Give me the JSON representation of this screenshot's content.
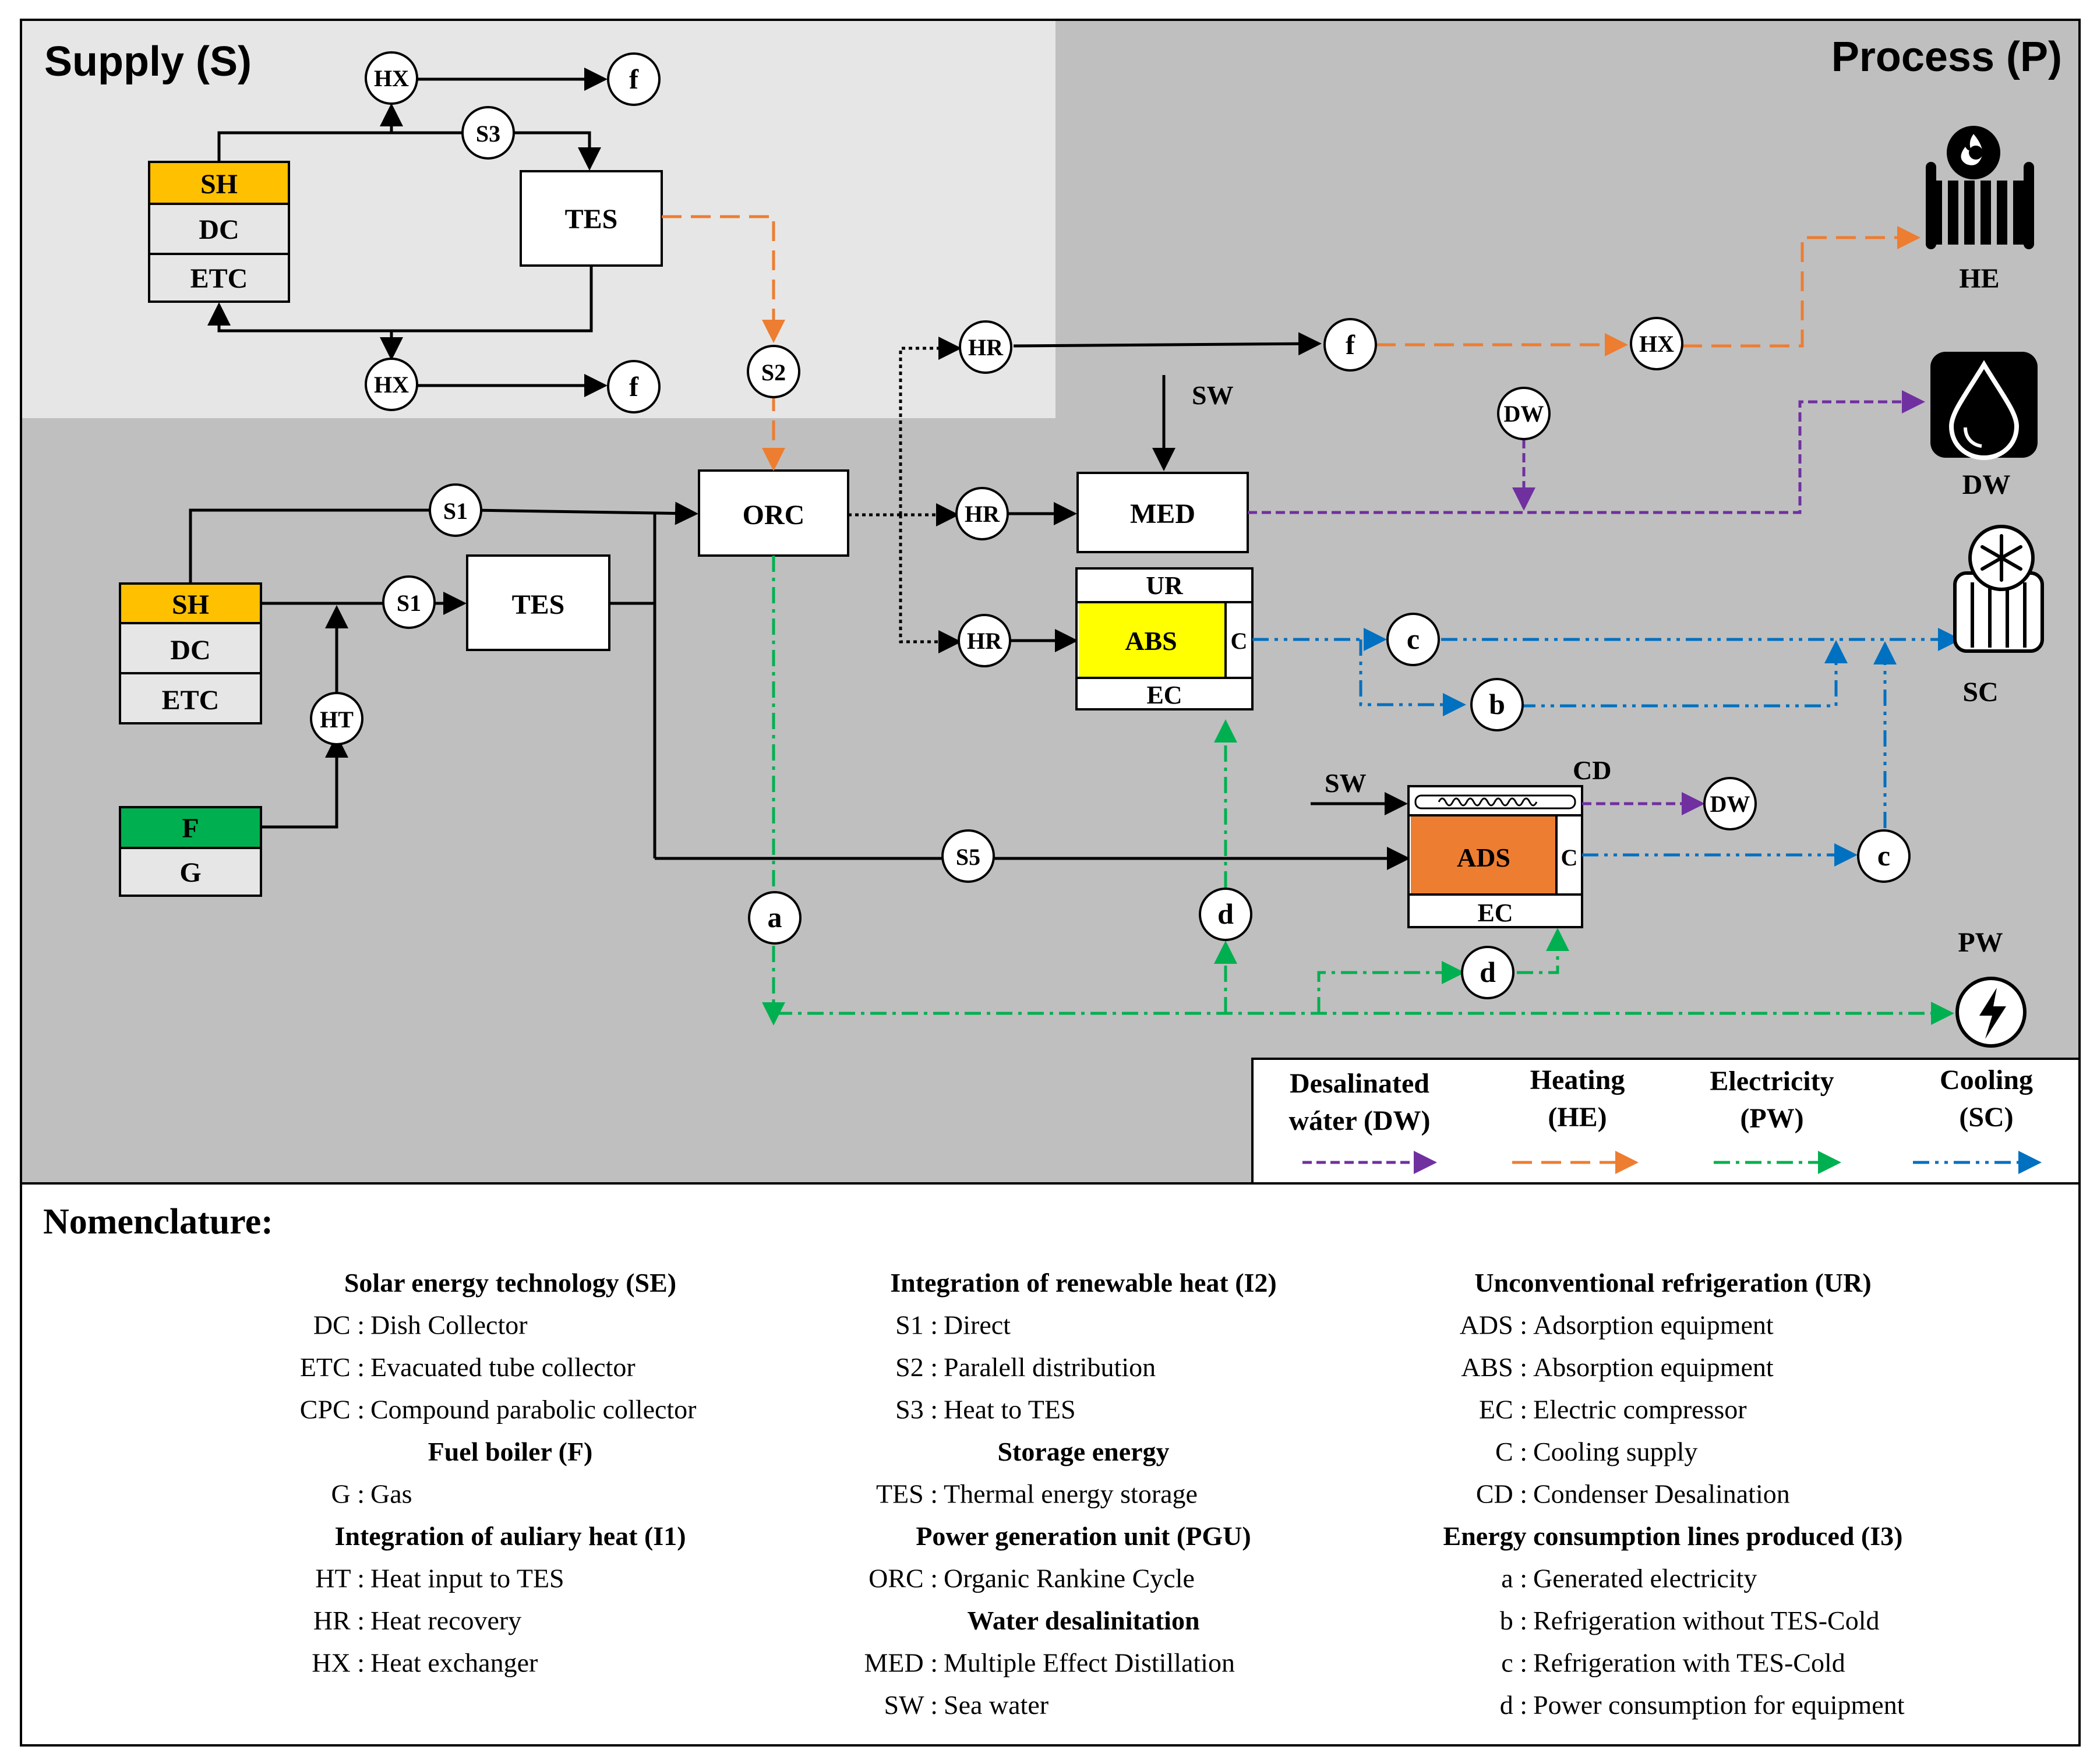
{
  "regions": {
    "supply_title": "Supply (S)",
    "process_title": "Process (P)"
  },
  "supply_panel": {
    "stack": {
      "top": "SH",
      "mid": "DC",
      "bottom": "ETC"
    },
    "hx_top": "HX",
    "hx_bottom": "HX",
    "f_top": "f",
    "f_bottom": "f",
    "s3": "S3",
    "tes": "TES",
    "s2": "S2"
  },
  "main_flow": {
    "stack": {
      "top": "SH",
      "mid": "DC",
      "bottom": "ETC"
    },
    "s1_upper": "S1",
    "s1_lower": "S1",
    "tes": "TES",
    "ht": "HT",
    "boiler": {
      "top": "F",
      "bottom": "G"
    },
    "orc": "ORC",
    "s5": "S5",
    "a": "a",
    "d_left": "d",
    "d_right": "d"
  },
  "recovery": {
    "hr_top": "HR",
    "hr_mid": "HR",
    "hr_bottom": "HR",
    "f": "f",
    "hx": "HX",
    "sw_top": "SW",
    "dw": "DW",
    "med": "MED"
  },
  "abs_unit": {
    "ur": "UR",
    "abs": "ABS",
    "c": "C",
    "ec": "EC"
  },
  "ads_unit": {
    "sw": "SW",
    "cd": "CD",
    "ads": "ADS",
    "c": "C",
    "ec": "EC",
    "dw": "DW"
  },
  "cooling_nodes": {
    "c_top": "c",
    "b": "b",
    "c_right": "c"
  },
  "outputs": {
    "he": "HE",
    "dw": "DW",
    "sc": "SC",
    "pw": "PW"
  },
  "legend": [
    {
      "line1": "Desalinated",
      "line2": "wáter (DW)",
      "color": "#7030a0"
    },
    {
      "line1": "Heating",
      "line2": "(HE)",
      "color": "#ed7d31"
    },
    {
      "line1": "Electricity",
      "line2": "(PW)",
      "color": "#00b050"
    },
    {
      "line1": "Cooling",
      "line2": "(SC)",
      "color": "#0070c0"
    }
  ],
  "colors": {
    "sh_fill": "#ffc000",
    "f_fill": "#00b050",
    "abs_fill": "#ffff00",
    "ads_fill": "#ed7d31",
    "supply_bg": "#e7e6e6",
    "process_bg": "#bfbfbf",
    "box_gray": "#e7e6e6"
  },
  "nomenclature": {
    "title": "Nomenclature:",
    "columns": [
      [
        {
          "type": "head",
          "text": "Solar energy technology (SE)"
        },
        {
          "type": "item",
          "abbr": "DC",
          "desc": "Dish Collector"
        },
        {
          "type": "item",
          "abbr": "ETC",
          "desc": "Evacuated tube collector"
        },
        {
          "type": "item",
          "abbr": "CPC",
          "desc": "Compound parabolic collector"
        },
        {
          "type": "head",
          "text": "Fuel boiler (F)"
        },
        {
          "type": "item",
          "abbr": "G",
          "desc": "Gas"
        },
        {
          "type": "head",
          "text": "Integration of auliary heat (I1)"
        },
        {
          "type": "item",
          "abbr": "HT",
          "desc": "Heat input to TES"
        },
        {
          "type": "item",
          "abbr": "HR",
          "desc": "Heat recovery"
        },
        {
          "type": "item",
          "abbr": "HX",
          "desc": "Heat exchanger"
        }
      ],
      [
        {
          "type": "head",
          "text": "Integration of renewable heat (I2)"
        },
        {
          "type": "item",
          "abbr": "S1",
          "desc": "Direct"
        },
        {
          "type": "item",
          "abbr": "S2",
          "desc": "Paralell distribution"
        },
        {
          "type": "item",
          "abbr": "S3",
          "desc": "Heat to TES"
        },
        {
          "type": "head",
          "text": "Storage energy"
        },
        {
          "type": "item",
          "abbr": "TES",
          "desc": "Thermal energy storage"
        },
        {
          "type": "head",
          "text": "Power generation unit (PGU)"
        },
        {
          "type": "item",
          "abbr": "ORC",
          "desc": "Organic Rankine Cycle"
        },
        {
          "type": "head",
          "text": "Water desalinitation"
        },
        {
          "type": "item",
          "abbr": "MED",
          "desc": "Multiple Effect Distillation"
        },
        {
          "type": "item",
          "abbr": "SW",
          "desc": "Sea water"
        }
      ],
      [
        {
          "type": "head",
          "text": "Unconventional refrigeration (UR)"
        },
        {
          "type": "item",
          "abbr": "ADS",
          "desc": "Adsorption equipment"
        },
        {
          "type": "item",
          "abbr": "ABS",
          "desc": "Absorption equipment"
        },
        {
          "type": "item",
          "abbr": "EC",
          "desc": "Electric compressor"
        },
        {
          "type": "item",
          "abbr": "C",
          "desc": "Cooling supply"
        },
        {
          "type": "item",
          "abbr": "CD",
          "desc": "Condenser Desalination"
        },
        {
          "type": "head",
          "text": "Energy consumption lines produced (I3)"
        },
        {
          "type": "item",
          "abbr": "a",
          "desc": "Generated electricity"
        },
        {
          "type": "item",
          "abbr": "b",
          "desc": "Refrigeration without TES-Cold"
        },
        {
          "type": "item",
          "abbr": "c",
          "desc": "Refrigeration with TES-Cold"
        },
        {
          "type": "item",
          "abbr": "d",
          "desc": "Power consumption for equipment"
        }
      ]
    ]
  }
}
